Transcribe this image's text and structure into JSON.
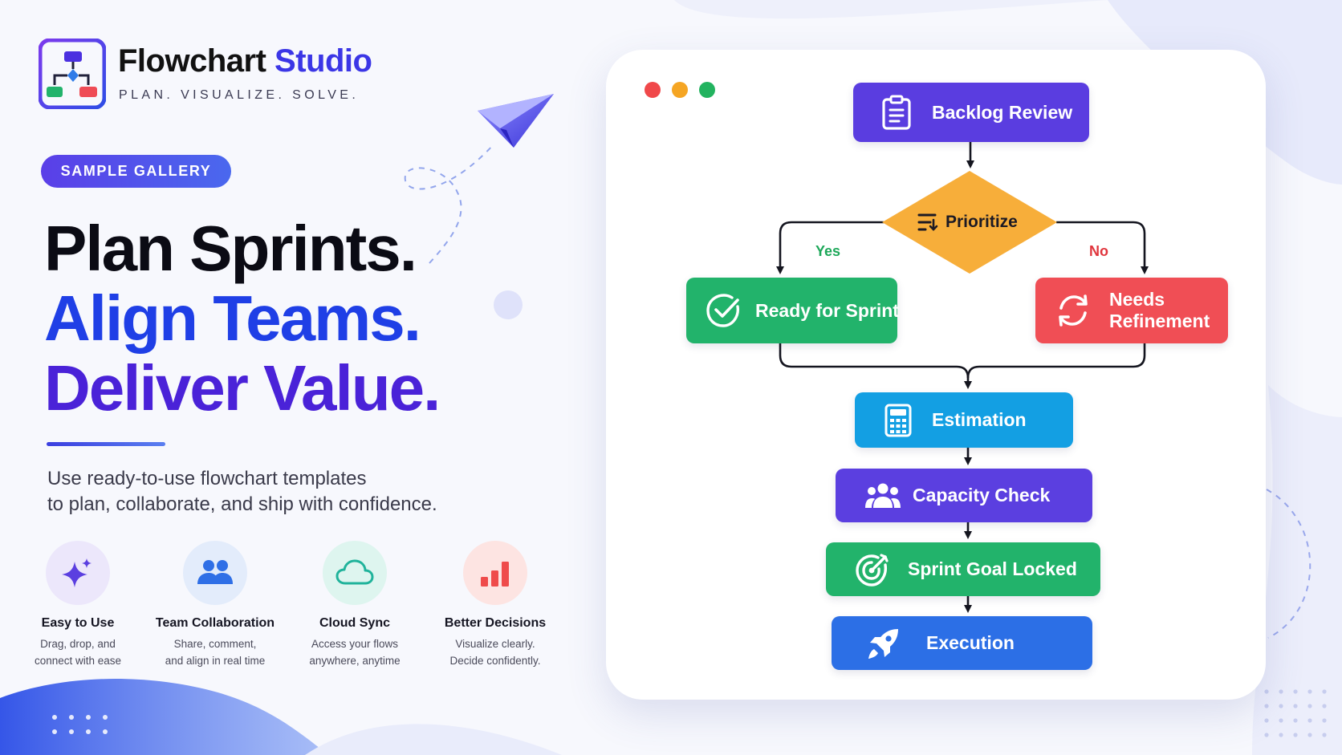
{
  "brand": {
    "name_primary": "Flowchart",
    "name_accent": "Studio",
    "tagline": "PLAN. VISUALIZE. SOLVE."
  },
  "badge": {
    "label": "SAMPLE GALLERY"
  },
  "headline": {
    "line1": "Plan Sprints.",
    "line2": "Align Teams.",
    "line3": "Deliver Value."
  },
  "subtext": {
    "line1": "Use ready-to-use flowchart templates",
    "line2": "to plan, collaborate, and ship with confidence."
  },
  "features": [
    {
      "title": "Easy to Use",
      "desc1": "Drag, drop, and",
      "desc2": "connect with ease",
      "icon": "sparkle-icon",
      "color": "#5b3fe0",
      "bg": "#ece7fb"
    },
    {
      "title": "Team Collaboration",
      "desc1": "Share, comment,",
      "desc2": "and align in real time",
      "icon": "team-icon",
      "color": "#2f6fe6",
      "bg": "#e3ecfb"
    },
    {
      "title": "Cloud Sync",
      "desc1": "Access your flows",
      "desc2": "anywhere, anytime",
      "icon": "cloud-icon",
      "color": "#20b39b",
      "bg": "#def5ef"
    },
    {
      "title": "Better Decisions",
      "desc1": "Visualize clearly.",
      "desc2": "Decide confidently.",
      "icon": "chart-icon",
      "color": "#ef4b4b",
      "bg": "#fde4e2"
    }
  ],
  "window_dots": [
    "#f0484a",
    "#f5a523",
    "#22b35f"
  ],
  "flowchart": {
    "nodes": {
      "backlog": {
        "label": "Backlog Review",
        "color": "#5a3de0",
        "icon": "clipboard-icon"
      },
      "prioritize": {
        "label": "Prioritize",
        "color": "#f7ae3a",
        "icon": "priority-icon"
      },
      "ready": {
        "label": "Ready for Sprint",
        "color": "#22b36b",
        "icon": "check-circle-icon"
      },
      "refine_line1": "Needs",
      "refine_line2": "Refinement",
      "refine_color": "#f04e55",
      "estimation": {
        "label": "Estimation",
        "color": "#139fe3",
        "icon": "calculator-icon"
      },
      "capacity": {
        "label": "Capacity Check",
        "color": "#5b3fe0",
        "icon": "people-icon"
      },
      "goal": {
        "label": "Sprint Goal Locked",
        "color": "#22b36b",
        "icon": "target-icon"
      },
      "execution": {
        "label": "Execution",
        "color": "#2c6fe6",
        "icon": "rocket-icon"
      }
    },
    "edges": {
      "yes_label": "Yes",
      "yes_color": "#1ea85a",
      "no_label": "No",
      "no_color": "#e0353d"
    }
  }
}
